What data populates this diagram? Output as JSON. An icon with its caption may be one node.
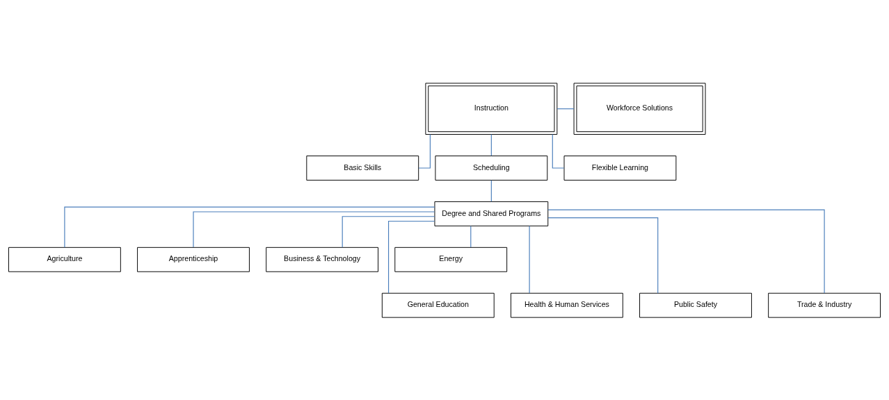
{
  "diagram": {
    "nodes": [
      {
        "text": [
          "Instruction"
        ]
      },
      {
        "text": [
          "Workforce Solutions"
        ]
      },
      {
        "text": [
          "Basic Skills"
        ]
      },
      {
        "text": [
          "Scheduling"
        ]
      },
      {
        "text": [
          "Flexible Learning"
        ]
      },
      {
        "text": [
          "Degree and Shared Programs"
        ]
      },
      {
        "text": [
          "Agriculture"
        ]
      },
      {
        "text": [
          "Apprenticeship"
        ]
      },
      {
        "text": [
          "Business & Technology"
        ]
      },
      {
        "text": [
          "Energy"
        ]
      },
      {
        "text": [
          "General Education"
        ]
      },
      {
        "text": [
          "Health & Human Services"
        ]
      },
      {
        "text": [
          "Public Safety"
        ]
      },
      {
        "text": [
          "Trade & Industry"
        ]
      }
    ],
    "edges": [
      {
        "from": 0,
        "to": 1,
        "arrow": "none"
      },
      {
        "from": 0,
        "to": 2,
        "arrow": "none"
      },
      {
        "from": 0,
        "to": 3,
        "arrow": "none"
      },
      {
        "from": 0,
        "to": 4,
        "arrow": "none"
      },
      {
        "from": 3,
        "to": 5,
        "arrow": "none"
      },
      {
        "from": 5,
        "to": 6,
        "arrow": "none"
      },
      {
        "from": 5,
        "to": 7,
        "arrow": "none"
      },
      {
        "from": 5,
        "to": 8,
        "arrow": "none"
      },
      {
        "from": 5,
        "to": 9,
        "arrow": "none"
      },
      {
        "from": 5,
        "to": 10,
        "arrow": "none"
      },
      {
        "from": 5,
        "to": 11,
        "arrow": "none"
      },
      {
        "from": 5,
        "to": 12,
        "arrow": "none"
      },
      {
        "from": 5,
        "to": 13,
        "arrow": "none"
      }
    ]
  }
}
